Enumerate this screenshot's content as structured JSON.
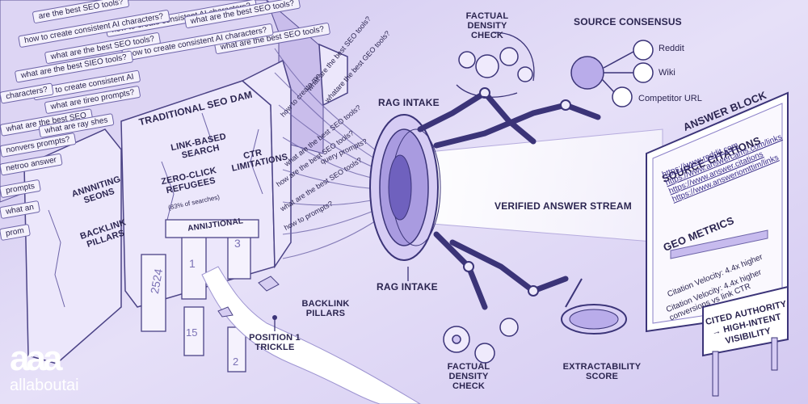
{
  "colors": {
    "background": "#e3dcf6",
    "ink": "#2b2550",
    "accent": "#7d6fd0",
    "panel": "#f4f1fc"
  },
  "queries": {
    "wall_cards": [
      "are the best SEO tools?",
      "how to create consistent AI characters?",
      "what are the best SEO tools?",
      "what are the best SEO tools?",
      "how to create consistent AI characters?",
      "what are the best SEO tools?",
      "how to create consistent AI characters?",
      "what are the best SIEO tools?",
      "how to create consistent AI",
      "what are tireo prompts?",
      "characters?",
      "what are the best SEO",
      "what are ray shes",
      "nonvers prompts?",
      "netroo answer",
      "prompts",
      "what an",
      "prom"
    ],
    "stream": [
      "what are the best SEO tools?",
      "whatare the best GEO tools?",
      "how to create me",
      "query prompts?",
      "what are the best SEO tools?",
      "how are the best SEO tools?",
      "what are the best SEO tools?",
      "how to prompts?"
    ]
  },
  "dam": {
    "title": "TRADITIONAL SEO DAM",
    "stones": {
      "link_based": "LINK-BASED SEARCH",
      "zero_click": "ZERO-CLICK REFUGEES",
      "zero_click_note": "(83% of searches)",
      "ctr": "CTR LIMITATIONS",
      "annniting": "ANNNITING SEONS",
      "backlink_pillars": "BACKLINK PILLARS",
      "arch": "ANNIJTIONAL"
    },
    "pillar_numbers": [
      "2524",
      "1",
      "3",
      "15",
      "2"
    ],
    "captions": {
      "position_trickle": "POSITION 1 TRICKLE",
      "backlink_pillars": "BACKLINK PILLARS"
    }
  },
  "pipeline": {
    "rag_intake_top": "RAG INTAKE",
    "rag_intake_bottom": "RAG INTAKE",
    "verified_stream": "VERIFIED ANSWER STREAM",
    "factual_check_top": "FACTUAL DENSITY CHECK",
    "factual_check_bottom": "FACTUAL DENSITY CHECK",
    "extractability": "EXTRACTABILITY SCORE"
  },
  "consensus": {
    "title": "SOURCE CONSENSUS",
    "sources": [
      "Reddit",
      "Wiki",
      "Competitor URL"
    ]
  },
  "answer_block": {
    "title": "ANSWER BLOCK",
    "citations_title": "SOURCE CITATIONS",
    "urls": [
      "https://www.reddit.com",
      "https://www.answercams.com/links",
      "https://www.answer.citations",
      "https://www.answeriomttim/links"
    ],
    "metrics_title": "GEO METRICS",
    "metric_1": "Citation Velocity: 4.4x higher",
    "metric_2": "Citation Velocity: 4.4x higher conversions vs link CTR"
  },
  "signpost": {
    "line1": "CITED AUTHORITY",
    "line2": "→ HIGH-INTENT",
    "line3": "VISIBILITY"
  },
  "brand": {
    "mark": "aaa",
    "name": "allaboutai"
  }
}
